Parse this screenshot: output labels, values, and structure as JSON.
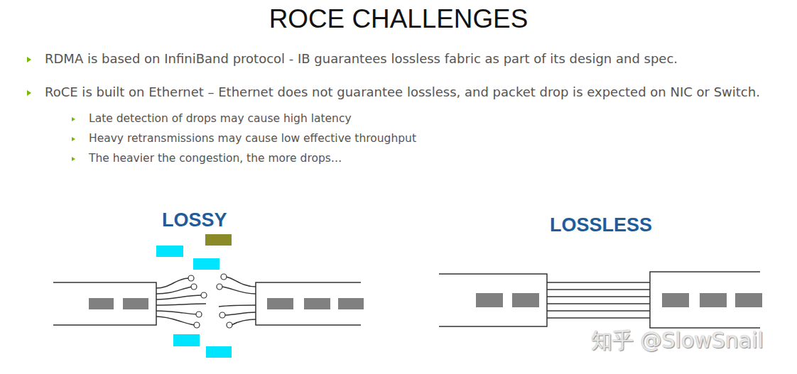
{
  "diagram": {
    "title": "ROCE CHALLENGES",
    "labels": [
      "RDMA is based on InfiniBand protocol - IB guarantees lossless fabric as part of its design and spec.",
      "RoCE is built on Ethernet – Ethernet does not guarantee lossless, and packet drop is expected on NIC or Switch.",
      "Late detection of drops may cause high latency",
      "Heavy retransmissions may cause low effective throughput",
      "The heavier the congestion, the more drops…",
      "LOSSY",
      "LOSSLESS",
      "知乎 @SlowSnail"
    ]
  }
}
